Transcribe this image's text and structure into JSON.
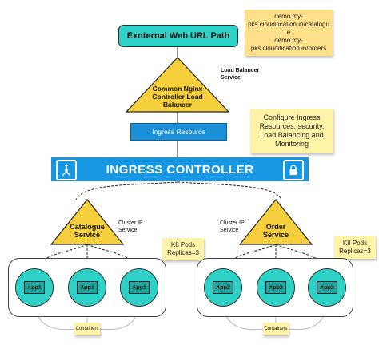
{
  "external_url": {
    "label": "Exnternal Web URL Path"
  },
  "url_note": {
    "line1": "demo.my-",
    "line2": "pks.cloudification.in/catalogu",
    "line3": "e",
    "line4": "demo.my-",
    "line5": "pks.cloudification.in/orders"
  },
  "load_balancer": {
    "line1": "Common Nginx",
    "line2": "Controller Load",
    "line3": "Balancer",
    "side_label_1": "Load Balancer",
    "side_label_2": "Service"
  },
  "ingress_resource": {
    "label": "Ingress Resource"
  },
  "config_note": {
    "line1": "Configure Ingress",
    "line2": "Resources, security,",
    "line3": "Load Balancing and",
    "line4": "Monitoring"
  },
  "ingress_controller": {
    "label": "INGRESS CONTROLLER",
    "left_icon": "network-hub-icon",
    "right_icon": "lock-icon"
  },
  "catalogue": {
    "line1": "Catalogue",
    "line2": "Service",
    "side_label_1": "Cluster IP",
    "side_label_2": "Service",
    "pods_1": "K8 Pods",
    "pods_2": "Replicas=3",
    "apps": [
      "App1",
      "App1",
      "App1"
    ],
    "containers_label": "Containers"
  },
  "order": {
    "line1": "Order",
    "line2": "Service",
    "side_label_1": "Cluster IP",
    "side_label_2": "Service",
    "pods_1": "K8 Pods",
    "pods_2": "Replicas=3",
    "apps": [
      "App2",
      "App2",
      "App2"
    ],
    "containers_label": "Containers"
  },
  "colors": {
    "teal": "#2fd0c6",
    "blue": "#1796e1",
    "yellow": "#f6cf3c",
    "note": "#ffe08a"
  }
}
